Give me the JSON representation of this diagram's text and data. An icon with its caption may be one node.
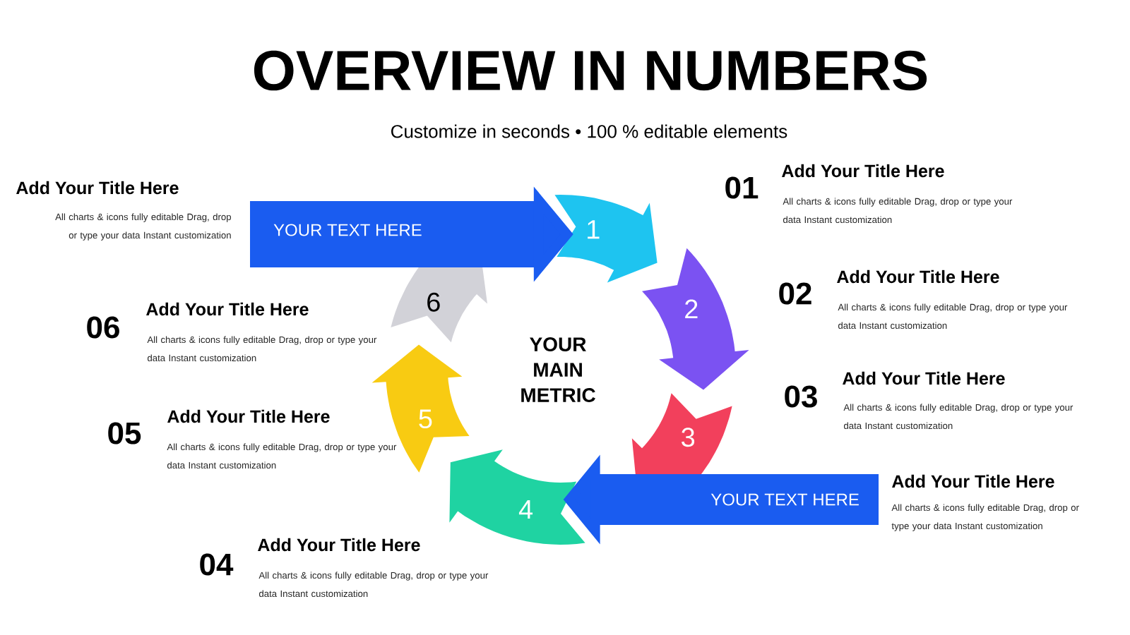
{
  "diagram": {
    "title": "OVERVIEW IN NUMBERS",
    "nodes": [
      {
        "text": [
          "1"
        ]
      },
      {
        "text": [
          "2"
        ]
      },
      {
        "text": [
          "3"
        ]
      },
      {
        "text": [
          "4"
        ]
      },
      {
        "text": [
          "5"
        ]
      },
      {
        "text": [
          "6"
        ]
      },
      {
        "text": [
          "YOUR MAIN METRIC"
        ]
      }
    ],
    "edges": [
      {
        "from": null,
        "to": 0,
        "arrow": "to",
        "label": "YOUR TEXT HERE"
      },
      {
        "from": null,
        "to": 3,
        "arrow": "to",
        "label": "YOUR TEXT HERE"
      }
    ],
    "labels": [
      "Customize in seconds • 100 % editable elements",
      "Add Your Title Here",
      "All charts & icons fully editable Drag, drop or type your data Instant customization",
      "01",
      "Add Your Title Here",
      "All charts & icons fully editable Drag, drop or type your data Instant customization",
      "02",
      "Add Your Title Here",
      "All charts & icons fully editable Drag, drop or type your data Instant customization",
      "06",
      "Add Your Title Here",
      "All charts & icons fully editable Drag, drop or type your data Instant customization",
      "03",
      "Add Your Title Here",
      "All charts & icons fully editable Drag, drop or type your data Instant customization",
      "05",
      "Add Your Title Here",
      "All charts & icons fully editable Drag, drop or type your data Instant customization",
      "Add Your Title Here",
      "All charts & icons fully editable Drag, drop or type your data Instant customization",
      "04",
      "Add Your Title Here",
      "All charts & icons fully editable Drag, drop or type your data Instant customization"
    ]
  }
}
